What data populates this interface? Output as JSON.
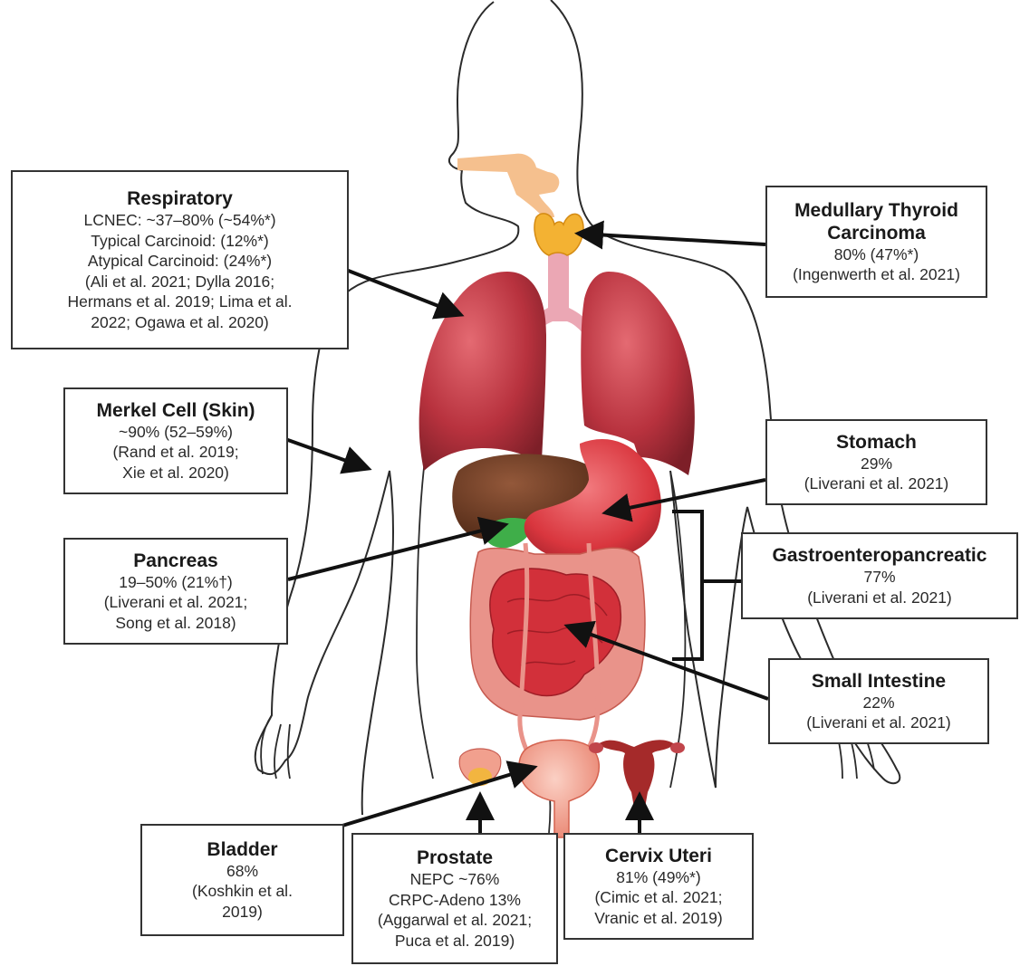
{
  "colors": {
    "outline": "#2b2b2b",
    "lung": "#b8323e",
    "liver": "#6b3a22",
    "stomach": "#d9363e",
    "gallbladder": "#3fae49",
    "intestine": "#e07a6a",
    "small_intestine": "#d2303a",
    "bladder": "#f1a08e",
    "thyroid": "#f3b233",
    "airway": "#f5c08e",
    "trachea": "#eba7b4",
    "uterus": "#a52a2a"
  },
  "boxes": {
    "respiratory": {
      "title": "Respiratory",
      "lines": [
        "LCNEC: ~37–80% (~54%*)",
        "Typical Carcinoid: (12%*)",
        "Atypical Carcinoid: (24%*)",
        "(Ali et al. 2021; Dylla 2016;",
        "Hermans et al. 2019; Lima et al.",
        "2022; Ogawa et al. 2020)"
      ]
    },
    "merkel": {
      "title": "Merkel Cell (Skin)",
      "lines": [
        "~90% (52–59%)",
        "(Rand et al. 2019;",
        "Xie et al. 2020)"
      ]
    },
    "pancreas": {
      "title": "Pancreas",
      "lines": [
        "19–50% (21%†)",
        "(Liverani et al. 2021;",
        "Song et al. 2018)"
      ]
    },
    "bladder": {
      "title": "Bladder",
      "lines": [
        "68%",
        "(Koshkin et al.",
        "2019)"
      ]
    },
    "prostate": {
      "title": "Prostate",
      "lines": [
        "NEPC ~76%",
        "CRPC-Adeno 13%",
        "(Aggarwal et al. 2021;",
        "Puca et al. 2019)"
      ]
    },
    "cervix": {
      "title": "Cervix Uteri",
      "lines": [
        "81% (49%*)",
        "(Cimic  et al. 2021;",
        "Vranic et al. 2019)"
      ]
    },
    "thyroid": {
      "title": "Medullary Thyroid Carcinoma",
      "lines": [
        "80% (47%*)",
        "(Ingenwerth et al. 2021)"
      ]
    },
    "stomach": {
      "title": "Stomach",
      "lines": [
        "29%",
        "(Liverani et al. 2021)"
      ]
    },
    "gep": {
      "title": "Gastroenteropancreatic",
      "lines": [
        "77%",
        "(Liverani et al. 2021)"
      ]
    },
    "small_intestine": {
      "title": "Small Intestine",
      "lines": [
        "22%",
        "(Liverani et al. 2021)"
      ]
    }
  }
}
